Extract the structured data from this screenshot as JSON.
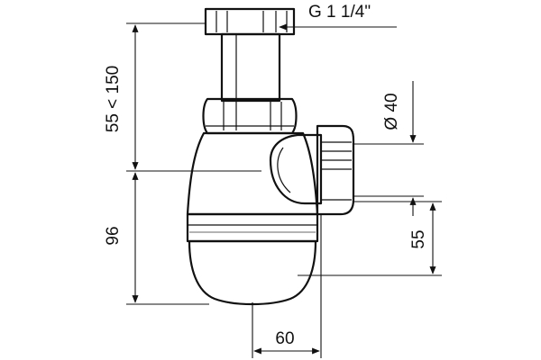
{
  "labels": {
    "thread": "G 1 1/4\"",
    "height_range": "55 < 150",
    "body_height": "96",
    "outlet_diameter": "Ø 40",
    "outlet_height": "55",
    "outlet_offset": "60"
  },
  "colors": {
    "line": "#111111",
    "body": "#e9e9e9",
    "body_shade": "#cfcfcf",
    "body_dark": "#8a8a8a",
    "band": "#4a4a4a",
    "background": "#ffffff"
  }
}
